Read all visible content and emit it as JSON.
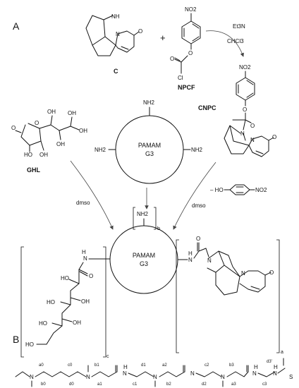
{
  "panel_a": {
    "label": "A",
    "cytisine_name": "C",
    "npcf_name": "NPCF",
    "npcf_groups": {
      "nitro": "NO2",
      "chloro": "Cl",
      "oxygen": "O"
    },
    "reagent_top": "Et3N",
    "solvent_top": "CHCl3",
    "cnpc_name": "CNPC",
    "ghl_name": "GHL",
    "pamam_line1": "PAMAM",
    "pamam_line2": "G3",
    "amine": "NH2",
    "solvent_left": "dmso",
    "solvent_right": "dmso",
    "byproduct_prefix": "– HO",
    "byproduct_suffix": "NO2",
    "subscript_b": "b",
    "subscript_a": "a",
    "subscript_c": "c",
    "atom_N": "N",
    "atom_NH": "NH",
    "atom_O": "O",
    "atom_H": "H",
    "atom_OH": "OH",
    "atom_HO": "HO"
  },
  "panel_b": {
    "label": "B",
    "end_label": "S",
    "labels": [
      "a0",
      "b0",
      "c0",
      "d0",
      "b1",
      "a1",
      "c1",
      "d1",
      "a2",
      "b2",
      "c2",
      "d2",
      "b3",
      "a3",
      "c3",
      "d3'"
    ]
  }
}
